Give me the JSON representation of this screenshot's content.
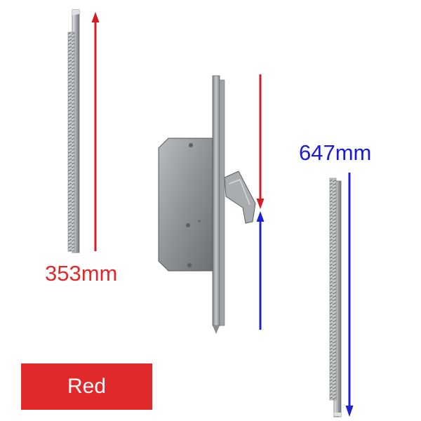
{
  "colors": {
    "red": "#e1282a",
    "blue": "#1a1ad8",
    "arrow_red": "#d01e24",
    "arrow_blue": "#2020cc",
    "steel": "#9a9da0"
  },
  "measurements": {
    "top_length": "353mm",
    "bottom_length": "647mm"
  },
  "badge": {
    "label": "Red"
  },
  "icons": [
    "upper-rod",
    "lower-rod",
    "lock-case",
    "hook-bolt",
    "faceplate",
    "measure-arrow"
  ]
}
